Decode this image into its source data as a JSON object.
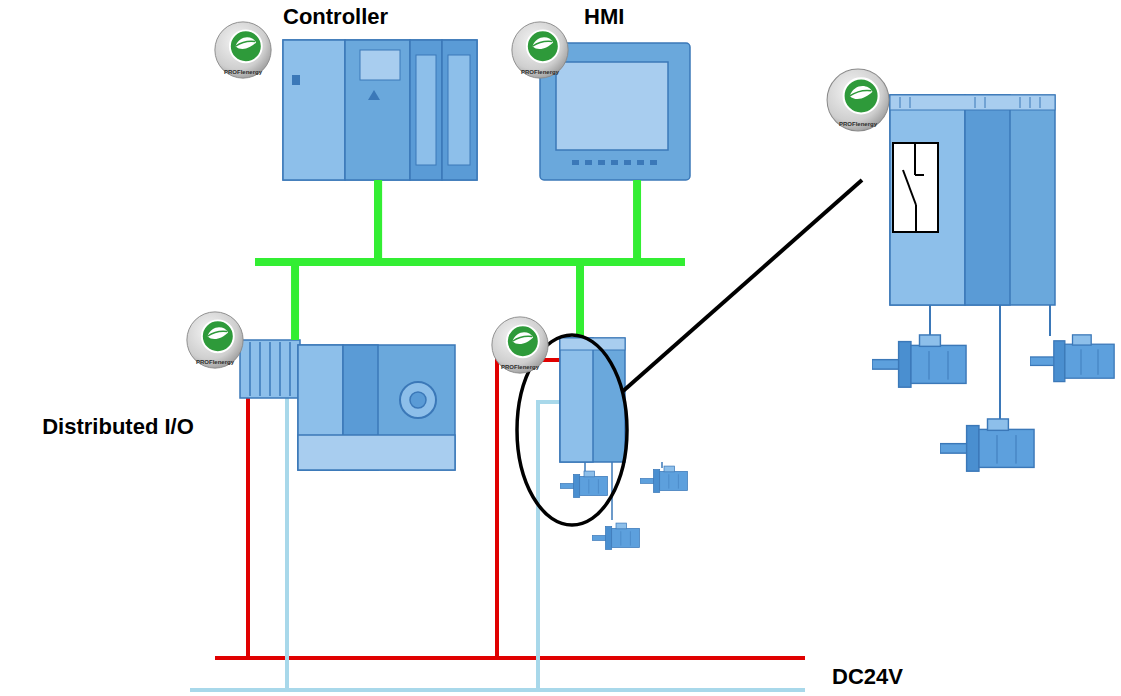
{
  "diagram": {
    "nodes": [
      {
        "text": [
          "Controller"
        ]
      },
      {
        "text": [
          "HMI"
        ]
      },
      {
        "text": [
          "Distributed I/O"
        ]
      }
    ],
    "edges": [
      {
        "from": 0,
        "to": 1,
        "arrow": "none"
      },
      {
        "from": 0,
        "to": 2,
        "arrow": "none"
      }
    ],
    "labels": [
      "DC24V",
      "PROFIenergy",
      "PROFIenergy",
      "PROFIenergy",
      "PROFIenergy",
      "PROFIenergy"
    ]
  }
}
